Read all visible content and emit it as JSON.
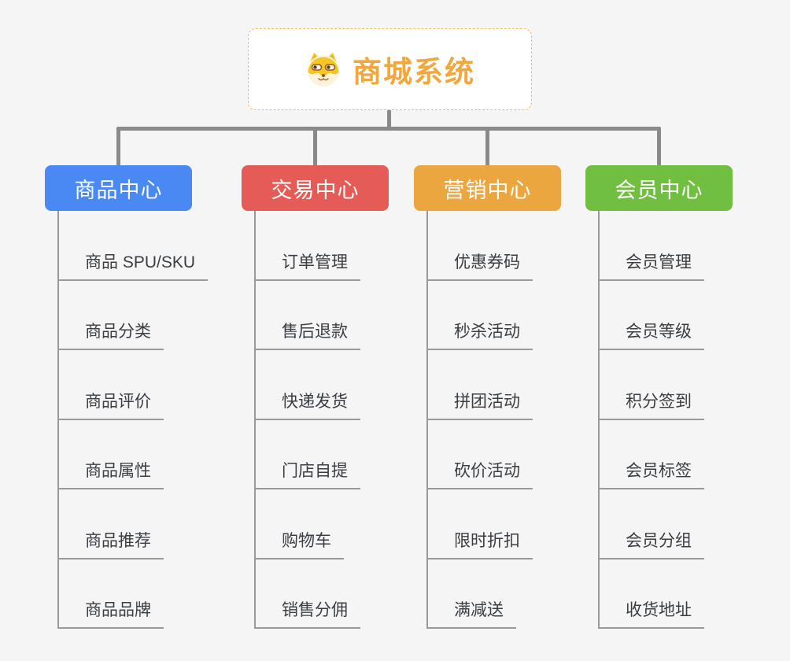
{
  "root": {
    "title": "商城系统",
    "icon": "dog-face-icon"
  },
  "branches": [
    {
      "label": "商品中心",
      "color": "#4a89f3",
      "children": [
        "商品 SPU/SKU",
        "商品分类",
        "商品评价",
        "商品属性",
        "商品推荐",
        "商品品牌"
      ]
    },
    {
      "label": "交易中心",
      "color": "#e45c55",
      "children": [
        "订单管理",
        "售后退款",
        "快递发货",
        "门店自提",
        "购物车",
        "销售分佣"
      ]
    },
    {
      "label": "营销中心",
      "color": "#eba63f",
      "children": [
        "优惠券码",
        "秒杀活动",
        "拼团活动",
        "砍价活动",
        "限时折扣",
        "满减送"
      ]
    },
    {
      "label": "会员中心",
      "color": "#71bf40",
      "children": [
        "会员管理",
        "会员等级",
        "积分签到",
        "会员标签",
        "会员分组",
        "收货地址"
      ]
    }
  ],
  "connector_color": "#8a8a8a",
  "leaf_line_color": "#999999",
  "background_color": "#f5f5f6",
  "root_accent_color": "#f0a73e"
}
